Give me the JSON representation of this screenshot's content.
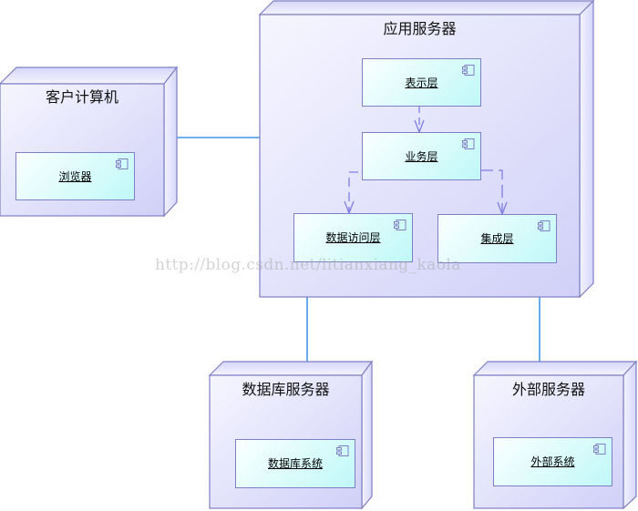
{
  "colors": {
    "node_border": "#7f7fc4",
    "node_fill_light": "#f4f4ff",
    "node_fill_dark": "#d4d4fa",
    "component_fill_light": "#fbffff",
    "component_fill_dark": "#c0f8f8",
    "connector": "#1a7fe0",
    "dependency": "#7f7fe0"
  },
  "nodes": {
    "client": {
      "title": "客户计算机",
      "components": [
        {
          "label": "浏览器"
        }
      ]
    },
    "app_server": {
      "title": "应用服务器",
      "components": [
        {
          "label": "表示层"
        },
        {
          "label": "业务层"
        },
        {
          "label": "数据访问层"
        },
        {
          "label": "集成层"
        }
      ]
    },
    "db_server": {
      "title": "数据库服务器",
      "components": [
        {
          "label": "数据库系统"
        }
      ]
    },
    "external_server": {
      "title": "外部服务器",
      "components": [
        {
          "label": "外部系统"
        }
      ]
    }
  },
  "connections": [
    {
      "from": "客户计算机",
      "to": "应用服务器",
      "type": "association"
    },
    {
      "from": "应用服务器",
      "to": "数据库服务器",
      "type": "association"
    },
    {
      "from": "应用服务器",
      "to": "外部服务器",
      "type": "association"
    }
  ],
  "dependencies": [
    {
      "from": "表示层",
      "to": "业务层"
    },
    {
      "from": "业务层",
      "to": "数据访问层"
    },
    {
      "from": "业务层",
      "to": "集成层"
    }
  ],
  "icons": {
    "component": "uml-component-icon"
  },
  "watermark": "http://blog.csdn.net/litianxiang_kaola"
}
